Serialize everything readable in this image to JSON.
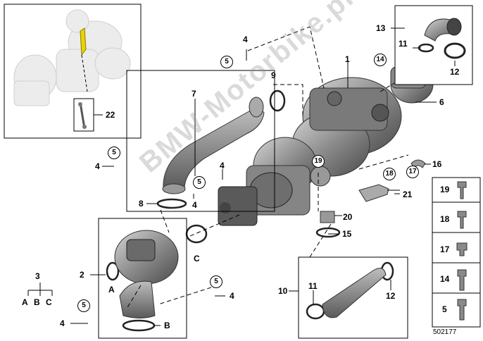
{
  "diagram": {
    "part_labels": {
      "p1": "1",
      "p2": "2",
      "p3": "3",
      "p4a": "4",
      "p4b": "4",
      "p4c": "4",
      "p4d": "4",
      "p4e": "4",
      "p4f": "4",
      "p6": "6",
      "p7": "7",
      "p8": "8",
      "p9": "9",
      "p10": "10",
      "p11a": "11",
      "p11b": "11",
      "p12a": "12",
      "p12b": "12",
      "p13": "13",
      "p15": "15",
      "p16": "16",
      "p20": "20",
      "p21": "21",
      "p22": "22"
    },
    "circled_labels": {
      "c5a": "5",
      "c5b": "5",
      "c5c": "5",
      "c5d": "5",
      "c5e": "5",
      "c14": "14",
      "c17": "17",
      "c18": "18",
      "c19": "19"
    },
    "letter_labels": {
      "a1": "A",
      "b1": "B",
      "c1": "C",
      "kit_a": "A",
      "kit_b": "B",
      "kit_c": "C"
    },
    "bolt_legend": [
      "19",
      "18",
      "17",
      "14",
      "5"
    ],
    "watermark": "BMW-Motorbike.pl",
    "reference_number": "502177"
  },
  "colors": {
    "line": "#000000",
    "part_fill": "#8a8a8a",
    "part_light": "#c8c8c8",
    "ghost": "#e6e6e6",
    "highlight": "#e8d400"
  }
}
